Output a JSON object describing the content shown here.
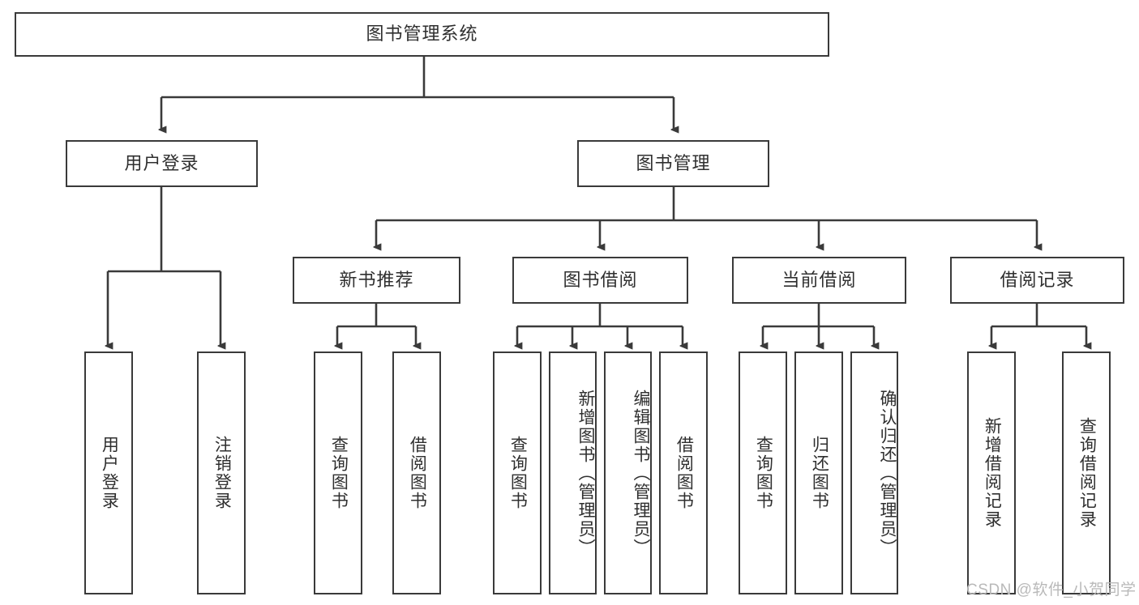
{
  "diagram": {
    "title": "图书管理系统",
    "type": "tree-hierarchy-chart",
    "colors": {
      "box_border": "#3a3a3a",
      "box_fill": "#ffffff",
      "text": "#2f2f2f",
      "connector": "#3a3a3a",
      "watermark": "#b9b9b9",
      "background": "#ffffff"
    },
    "watermark": "CSDN @软件_小贺同学",
    "root": {
      "label": "图书管理系统"
    },
    "level2": [
      {
        "id": "user-login",
        "label": "用户登录"
      },
      {
        "id": "book-management",
        "label": "图书管理"
      }
    ],
    "level3": [
      {
        "id": "new-book-recommend",
        "label": "新书推荐"
      },
      {
        "id": "book-borrow",
        "label": "图书借阅"
      },
      {
        "id": "current-borrow",
        "label": "当前借阅"
      },
      {
        "id": "borrow-record",
        "label": "借阅记录"
      }
    ],
    "leaves": {
      "user_login": [
        {
          "id": "leaf-user-login",
          "label": "用户登录"
        },
        {
          "id": "leaf-logout-login",
          "label": "注销登录"
        }
      ],
      "new_book_recommend": [
        {
          "id": "leaf-query-book-1",
          "label": "查询图书"
        },
        {
          "id": "leaf-borrow-book-1",
          "label": "借阅图书"
        }
      ],
      "book_borrow": [
        {
          "id": "leaf-query-book-2",
          "label": "查询图书"
        },
        {
          "id": "leaf-add-book-admin",
          "label": "新增图书（管理员）"
        },
        {
          "id": "leaf-edit-book-admin",
          "label": "编辑图书（管理员）"
        },
        {
          "id": "leaf-borrow-book-2",
          "label": "借阅图书"
        }
      ],
      "current_borrow": [
        {
          "id": "leaf-query-book-3",
          "label": "查询图书"
        },
        {
          "id": "leaf-return-book",
          "label": "归还图书"
        },
        {
          "id": "leaf-confirm-return-admin",
          "label": "确认归还（管理员）"
        }
      ],
      "borrow_record": [
        {
          "id": "leaf-add-borrow-record",
          "label": "新增借阅记录"
        },
        {
          "id": "leaf-query-borrow-record",
          "label": "查询借阅记录"
        }
      ]
    }
  }
}
